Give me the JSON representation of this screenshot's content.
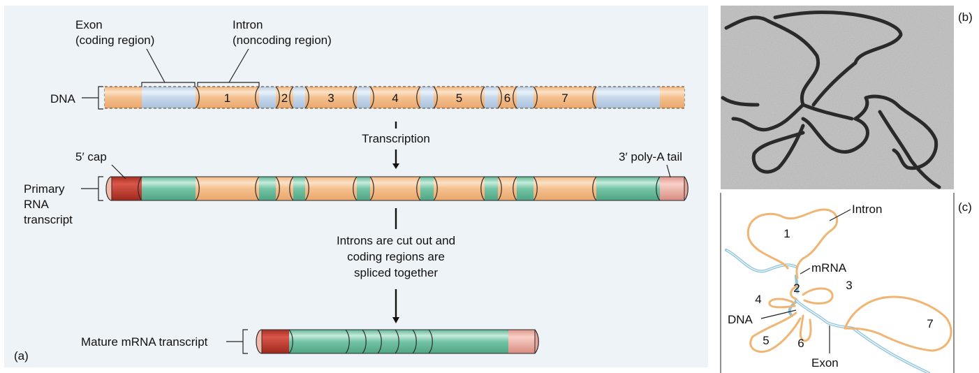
{
  "panel_a": {
    "panel_label": "(a)",
    "exon_label": [
      "Exon",
      "(coding region)"
    ],
    "intron_label": [
      "Intron",
      "(noncoding region)"
    ],
    "dna_label": "DNA",
    "exon_numbers": [
      "1",
      "2",
      "3",
      "4",
      "5",
      "6",
      "7"
    ],
    "transcription_label": "Transcription",
    "cap_label": "5′ cap",
    "polya_label": "3′ poly-A tail",
    "primary_label": [
      "Primary",
      "RNA",
      "transcript"
    ],
    "splicing_label": [
      "Introns are cut out and",
      "coding regions are",
      "spliced together"
    ],
    "mature_label": "Mature mRNA transcript"
  },
  "panel_b": {
    "panel_label": "(b)"
  },
  "panel_c": {
    "panel_label": "(c)",
    "intron_label": "Intron",
    "mrna_label": "mRNA",
    "dna_label": "DNA",
    "exon_label": "Exon",
    "loop_numbers": [
      "1",
      "2",
      "3",
      "4",
      "5",
      "6",
      "7"
    ]
  },
  "colors": {
    "panel_bg": "#eef3f7",
    "exon_orange": "#f5c08e",
    "intron_blue": "#c7d9ec",
    "rna_green": "#74c4a6",
    "cap_red": "#c0392b",
    "tail_pink": "#eba59a",
    "loop_orange": "#f1b573",
    "strand_blue": "#9fd0df"
  }
}
